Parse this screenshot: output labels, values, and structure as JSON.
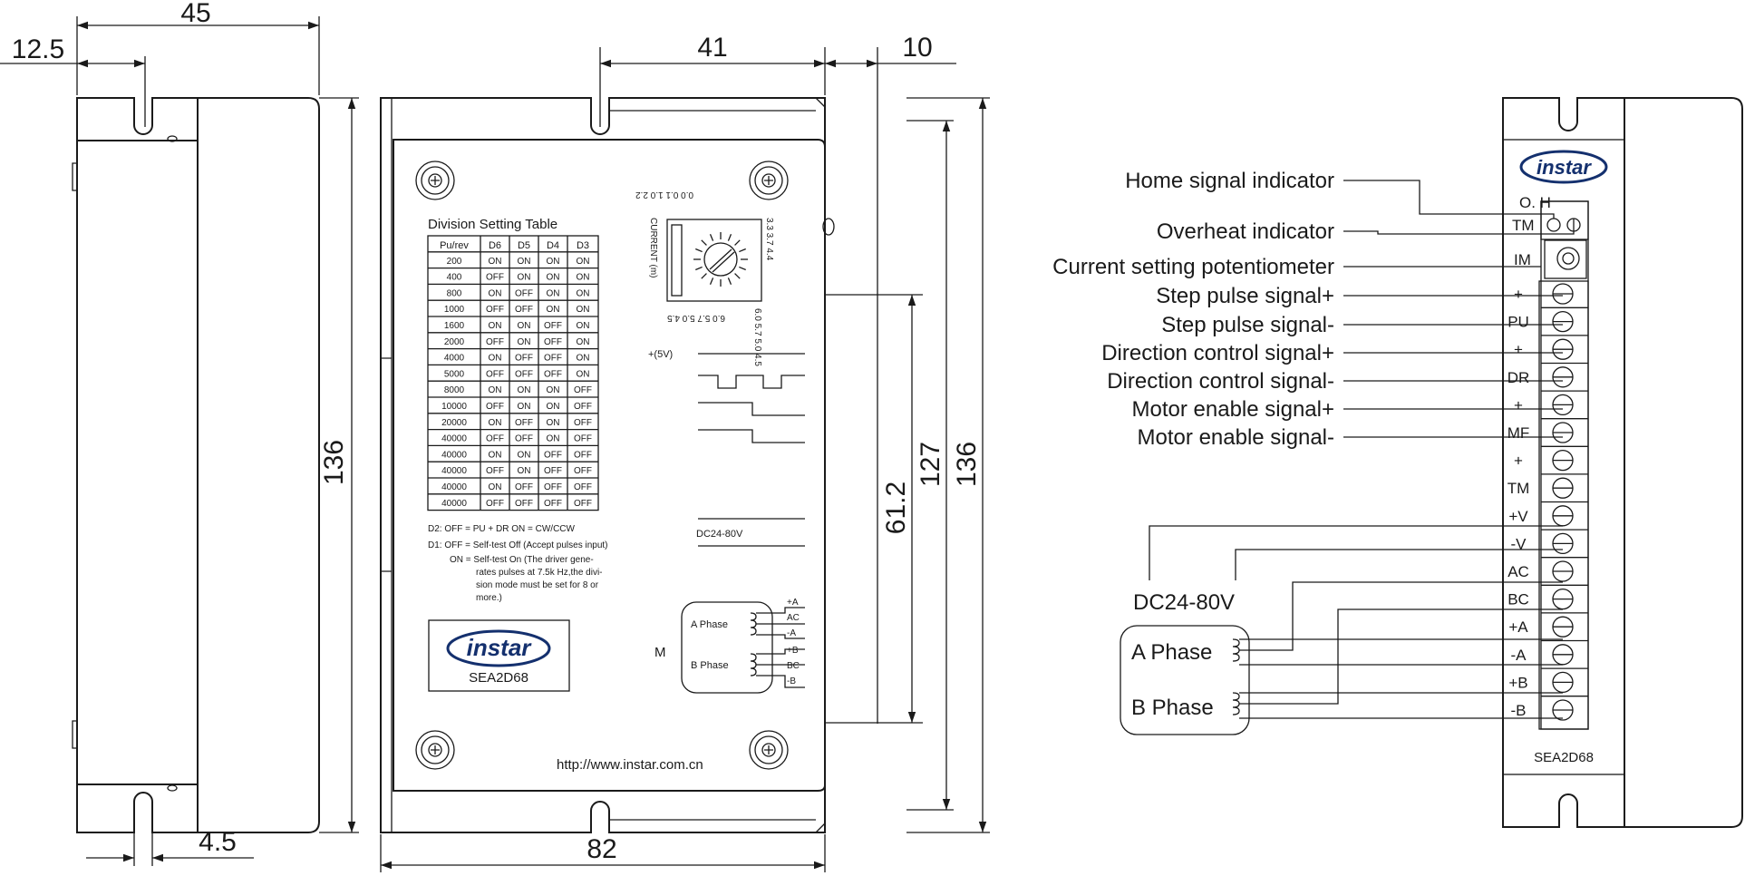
{
  "dimensions": {
    "side_width": "45",
    "side_offset": "12.5",
    "side_slot": "4.5",
    "side_height": "136",
    "front_w41": "41",
    "front_w10": "10",
    "front_width": "82",
    "front_h612": "61.2",
    "front_h127": "127",
    "front_h136": "136"
  },
  "division_table": {
    "title": "Division Setting Table",
    "headers": [
      "Pu/rev",
      "D6",
      "D5",
      "D4",
      "D3"
    ],
    "rows": [
      [
        "200",
        "ON",
        "ON",
        "ON",
        "ON"
      ],
      [
        "400",
        "OFF",
        "ON",
        "ON",
        "ON"
      ],
      [
        "800",
        "ON",
        "OFF",
        "ON",
        "ON"
      ],
      [
        "1000",
        "OFF",
        "OFF",
        "ON",
        "ON"
      ],
      [
        "1600",
        "ON",
        "ON",
        "OFF",
        "ON"
      ],
      [
        "2000",
        "OFF",
        "ON",
        "OFF",
        "ON"
      ],
      [
        "4000",
        "ON",
        "OFF",
        "OFF",
        "ON"
      ],
      [
        "5000",
        "OFF",
        "OFF",
        "OFF",
        "ON"
      ],
      [
        "8000",
        "ON",
        "ON",
        "ON",
        "OFF"
      ],
      [
        "10000",
        "OFF",
        "ON",
        "ON",
        "OFF"
      ],
      [
        "20000",
        "ON",
        "OFF",
        "ON",
        "OFF"
      ],
      [
        "40000",
        "OFF",
        "OFF",
        "ON",
        "OFF"
      ],
      [
        "40000",
        "ON",
        "ON",
        "OFF",
        "OFF"
      ],
      [
        "40000",
        "OFF",
        "ON",
        "OFF",
        "OFF"
      ],
      [
        "40000",
        "ON",
        "OFF",
        "OFF",
        "OFF"
      ],
      [
        "40000",
        "OFF",
        "OFF",
        "OFF",
        "OFF"
      ]
    ]
  },
  "notes": {
    "d2": "D2: OFF = PU + DR    ON  = CW/CCW",
    "d1_a": "D1: OFF = Self-test Off (Accept pulses input)",
    "d1_b": "ON  = Self-test On (The driver gene-",
    "d1_c": "rates pulses at 7.5k Hz,the divi-",
    "d1_d": "sion mode must be set for 8 or",
    "d1_e": "more.)"
  },
  "current_dial": {
    "label": "CURRENT (m)",
    "top_values": "0.0  0.1  1.0  2.2",
    "right_values": "3.3 3.7 4.4",
    "bottom_values": "6.0  5.7  5.0  4.5"
  },
  "panel": {
    "signal_5v": "+(5V)",
    "power_label": "DC24-80V",
    "motor_label": "M",
    "a_phase": "A Phase",
    "b_phase": "B Phase",
    "a_terms": [
      "+A",
      "AC",
      "-A"
    ],
    "b_terms": [
      "+B",
      "BC",
      "-B"
    ],
    "url": "http://www.instar.com.cn",
    "model": "SEA2D68",
    "brand": "instar"
  },
  "wiring": {
    "callouts": [
      "Home signal indicator",
      "Overheat indicator",
      "Current setting potentiometer",
      "Step pulse signal+",
      "Step pulse signal-",
      "Direction control signal+",
      "Direction control signal-",
      "Motor enable signal+",
      "Motor enable signal-"
    ],
    "oh_label": "O. H",
    "tm_top": "TM",
    "im_label": "IM",
    "terminals": [
      "+",
      "PU",
      "+",
      "DR",
      "+",
      "MF",
      "+",
      "TM",
      "+V",
      "-V",
      "AC",
      "BC",
      "+A",
      "-A",
      "+B",
      "-B"
    ],
    "power": "DC24-80V",
    "a_phase": "A Phase",
    "b_phase": "B Phase",
    "model": "SEA2D68",
    "brand": "instar"
  }
}
